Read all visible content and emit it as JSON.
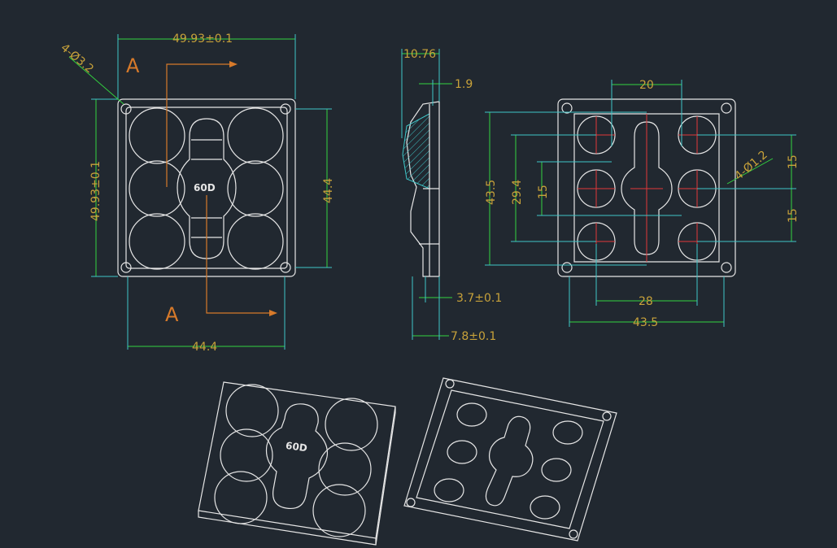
{
  "drawing": {
    "front_view": {
      "dim_top_width": "49.93±0.1",
      "dim_left_height": "49.93±0.1",
      "dim_right_height": "44.4",
      "dim_bottom_width": "44.4",
      "hole_callout": "4-Ø3.2",
      "section_label_top": "A",
      "section_label_bottom": "A",
      "lens_marking": "60D"
    },
    "side_view": {
      "dim_total_depth": "10.76",
      "dim_flange": "1.9",
      "dim_lower_1": "3.7±0.1",
      "dim_lower_2": "7.8±0.1"
    },
    "back_view": {
      "dim_top": "20",
      "dim_left_outer": "43.5",
      "dim_left_mid": "29.4",
      "dim_left_inner": "15",
      "dim_right_upper": "15",
      "dim_right_lower": "15",
      "hole_callout": "4-Ø1.2",
      "dim_bottom_inner": "28",
      "dim_bottom_outer": "43.5"
    },
    "iso_top": {
      "lens_marking": "60D"
    }
  }
}
